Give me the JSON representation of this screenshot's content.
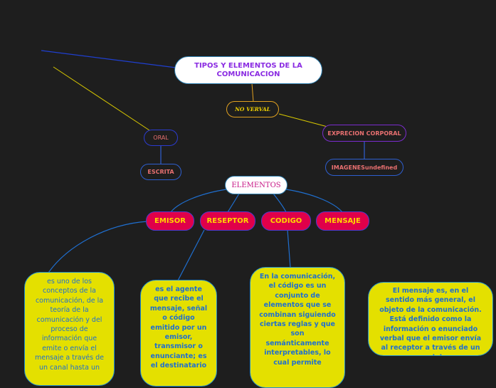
{
  "nodes": {
    "root": "TIPOS Y ELEMENTOS DE LA COMUNICACION",
    "no_verbal": "NO VERVAL",
    "expresion_corporal": "EXPRECION CORPORAL",
    "imagenes": "IMAGENESundefined",
    "oral": "ORAL",
    "escrita": "ESCRITA",
    "elementos": "ELEMENTOS",
    "emisor": "EMISOR",
    "receptor": "RESEPTOR",
    "codigo": "CODIGO",
    "mensaje": "MENSAJE"
  },
  "descriptions": {
    "emisor": "es uno de los conceptos de la comunicación, de la teoría de la comunicación y del proceso de información que emite o envía el mensaje a través de un canal hasta un",
    "receptor": "es el agente que recibe el mensaje, señal o código emitido por un emisor, transmisor o enunciante; es el destinatario",
    "codigo": "En la comunicación, el código es un conjunto de elementos que se combinan siguiendo ciertas reglas y que son semánticamente interpretables, lo cual permite",
    "mensaje": "El mensaje es, en el sentido más general, el objeto de la comunicación. Está definido como la información o enunciado verbal que el emisor envía al receptor a través de un canal de"
  },
  "colors": {
    "background": "#1e1e1e",
    "card_fill": "#e4e000",
    "card_text": "#1f6fd0",
    "pill_fill": "#e0004a",
    "pill_text": "#ffd700"
  }
}
